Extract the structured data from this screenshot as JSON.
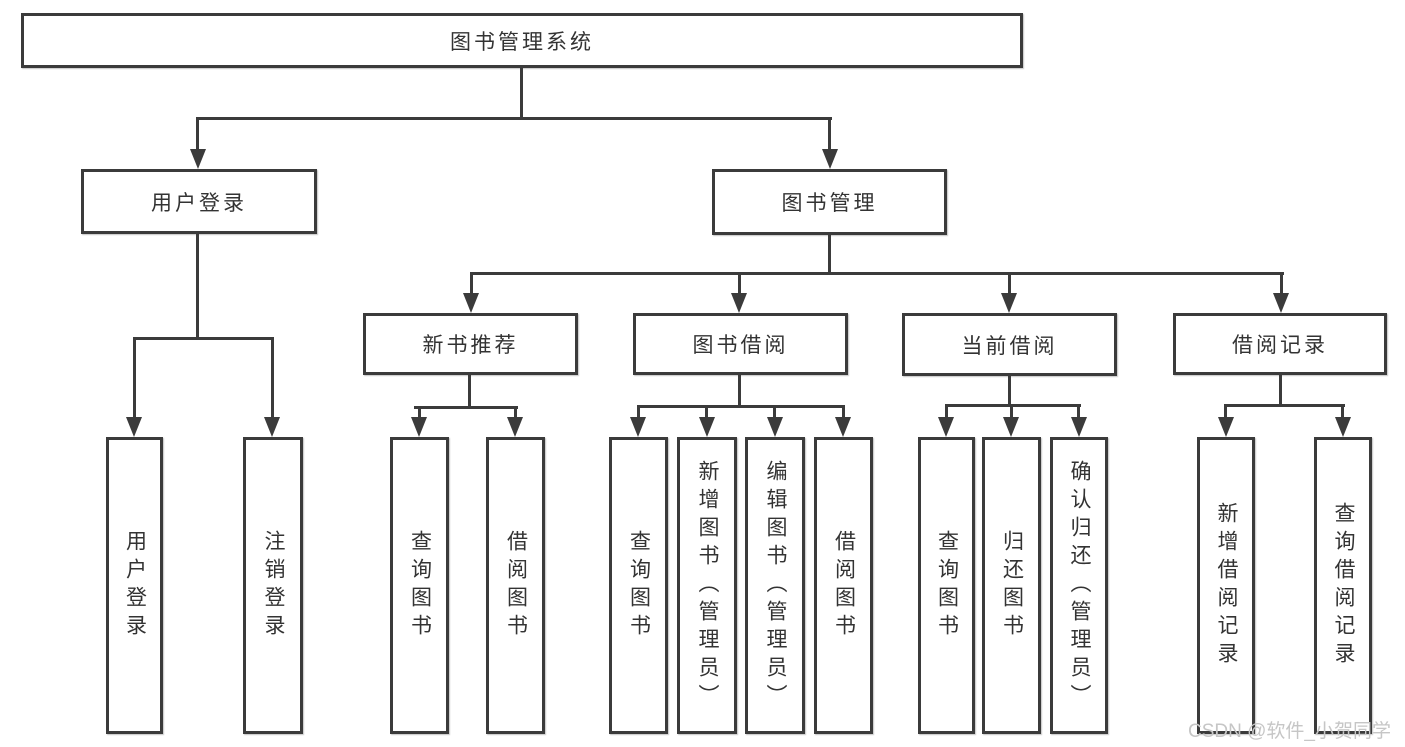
{
  "diagram": {
    "title": "图书管理系统",
    "root": {
      "label": "图书管理系统"
    },
    "level2": [
      {
        "label": "用户登录"
      },
      {
        "label": "图书管理"
      }
    ],
    "level3": [
      {
        "label": "新书推荐",
        "parent": "图书管理"
      },
      {
        "label": "图书借阅",
        "parent": "图书管理"
      },
      {
        "label": "当前借阅",
        "parent": "图书管理"
      },
      {
        "label": "借阅记录",
        "parent": "图书管理"
      }
    ],
    "leaves": [
      {
        "label": "用户登录",
        "parent": "用户登录"
      },
      {
        "label": "注销登录",
        "parent": "用户登录"
      },
      {
        "label": "查询图书",
        "parent": "新书推荐"
      },
      {
        "label": "借阅图书",
        "parent": "新书推荐"
      },
      {
        "label": "查询图书",
        "parent": "图书借阅"
      },
      {
        "label": "新增图书（管理员）",
        "parent": "图书借阅"
      },
      {
        "label": "编辑图书（管理员）",
        "parent": "图书借阅"
      },
      {
        "label": "借阅图书",
        "parent": "图书借阅"
      },
      {
        "label": "查询图书",
        "parent": "当前借阅"
      },
      {
        "label": "归还图书",
        "parent": "当前借阅"
      },
      {
        "label": "确认归还（管理员）",
        "parent": "当前借阅"
      },
      {
        "label": "新增借阅记录",
        "parent": "借阅记录"
      },
      {
        "label": "查询借阅记录",
        "parent": "借阅记录"
      }
    ]
  },
  "watermark": {
    "text": "CSDN @软件_小贺同学"
  },
  "colors": {
    "line": "#3b3b3b",
    "text": "#333333",
    "watermark": "#c6c6c6",
    "background": "#ffffff"
  }
}
